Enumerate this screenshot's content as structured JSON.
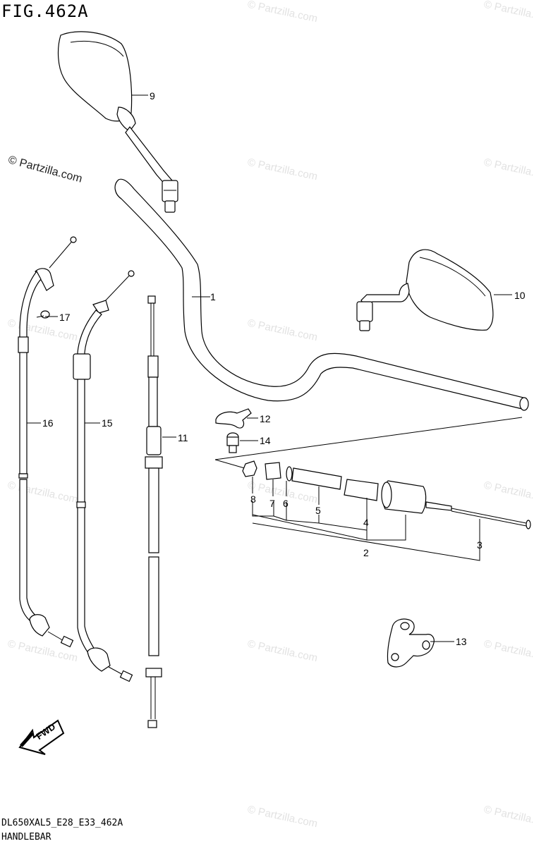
{
  "figure_title": "FIG.462A",
  "footer": {
    "model_code": "DL650XAL5_E28_E33_462A",
    "section_name": "HANDLEBAR"
  },
  "watermarks": {
    "primary": "© Partzilla.com",
    "faint": "© Partzilla.com"
  },
  "fwd_label": "FWD",
  "callouts": {
    "c1": "1",
    "c2": "2",
    "c3": "3",
    "c4": "4",
    "c5": "5",
    "c6": "6",
    "c7": "7",
    "c8": "8",
    "c9": "9",
    "c10": "10",
    "c11": "11",
    "c12": "12",
    "c13": "13",
    "c14": "14",
    "c15": "15",
    "c16": "16",
    "c17": "17"
  }
}
